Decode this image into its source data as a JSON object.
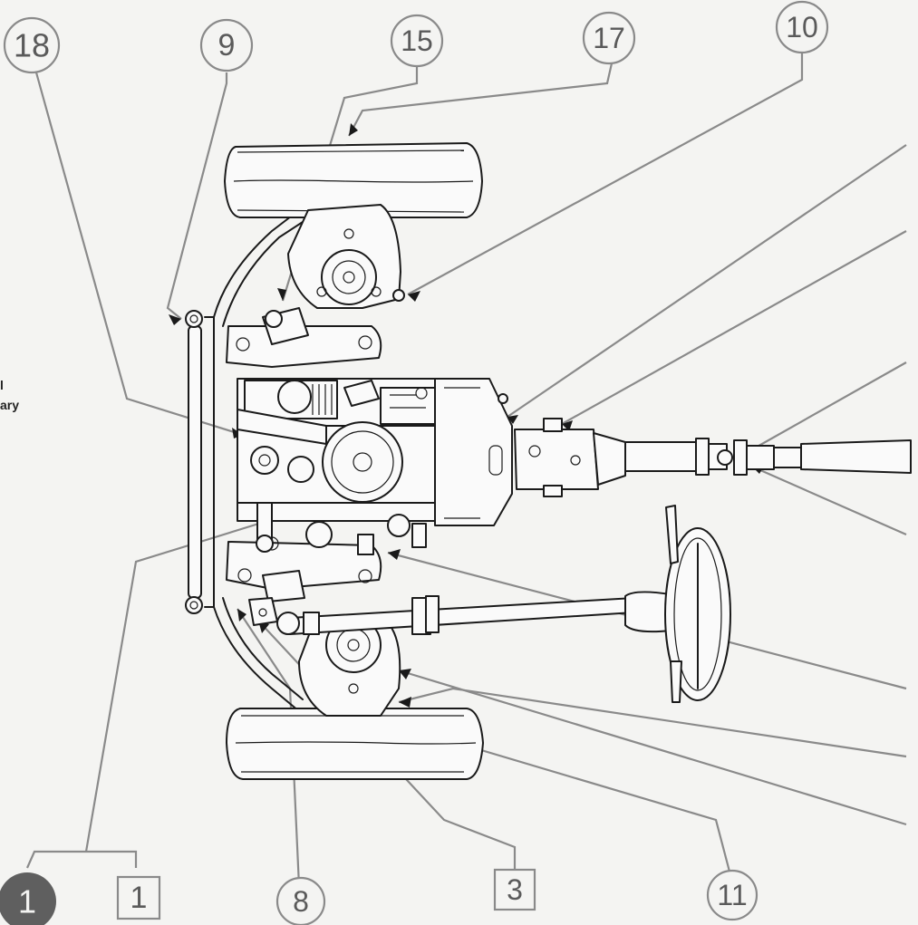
{
  "side_note": {
    "line1": "l",
    "line2": "ary"
  },
  "callouts": [
    {
      "id": "c18",
      "label": "18",
      "shape": "circle"
    },
    {
      "id": "c9",
      "label": "9",
      "shape": "circle"
    },
    {
      "id": "c15",
      "label": "15",
      "shape": "circle"
    },
    {
      "id": "c17",
      "label": "17",
      "shape": "circle"
    },
    {
      "id": "c10",
      "label": "10",
      "shape": "circle"
    },
    {
      "id": "c1dark",
      "label": "1",
      "shape": "filled-circle"
    },
    {
      "id": "c1box",
      "label": "1",
      "shape": "square"
    },
    {
      "id": "c8",
      "label": "8",
      "shape": "circle"
    },
    {
      "id": "c3",
      "label": "3",
      "shape": "square"
    },
    {
      "id": "c11",
      "label": "11",
      "shape": "circle"
    }
  ],
  "colors": {
    "ink": "#1a1a1a",
    "leader": "#8a8a8a",
    "label": "#5a5a5a",
    "paper": "#f4f4f2"
  }
}
